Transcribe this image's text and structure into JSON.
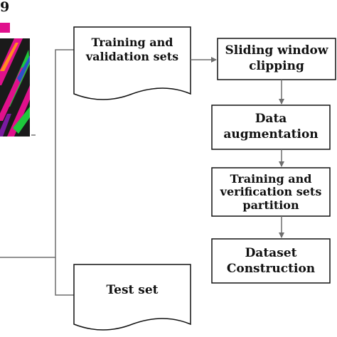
{
  "corner_label": "9",
  "nodes": {
    "training_validation": {
      "line1": "Training and",
      "line2": "validation sets"
    },
    "test_set": {
      "label": "Test set"
    },
    "sliding_window": {
      "line1": "Sliding window",
      "line2": "clipping"
    },
    "data_augmentation": {
      "line1": "Data",
      "line2": "augmentation"
    },
    "partition": {
      "line1": "Training and",
      "line2": "verification sets",
      "line3": "partition"
    },
    "dataset_construction": {
      "line1": "Dataset",
      "line2": "Construction"
    }
  },
  "colors": {
    "image_magenta": "#e0108c",
    "image_green": "#1ec83c",
    "image_orange": "#ff8c1e",
    "image_dark": "#1a1a1a",
    "line": "#6e6e6e",
    "box_border": "#111111"
  }
}
